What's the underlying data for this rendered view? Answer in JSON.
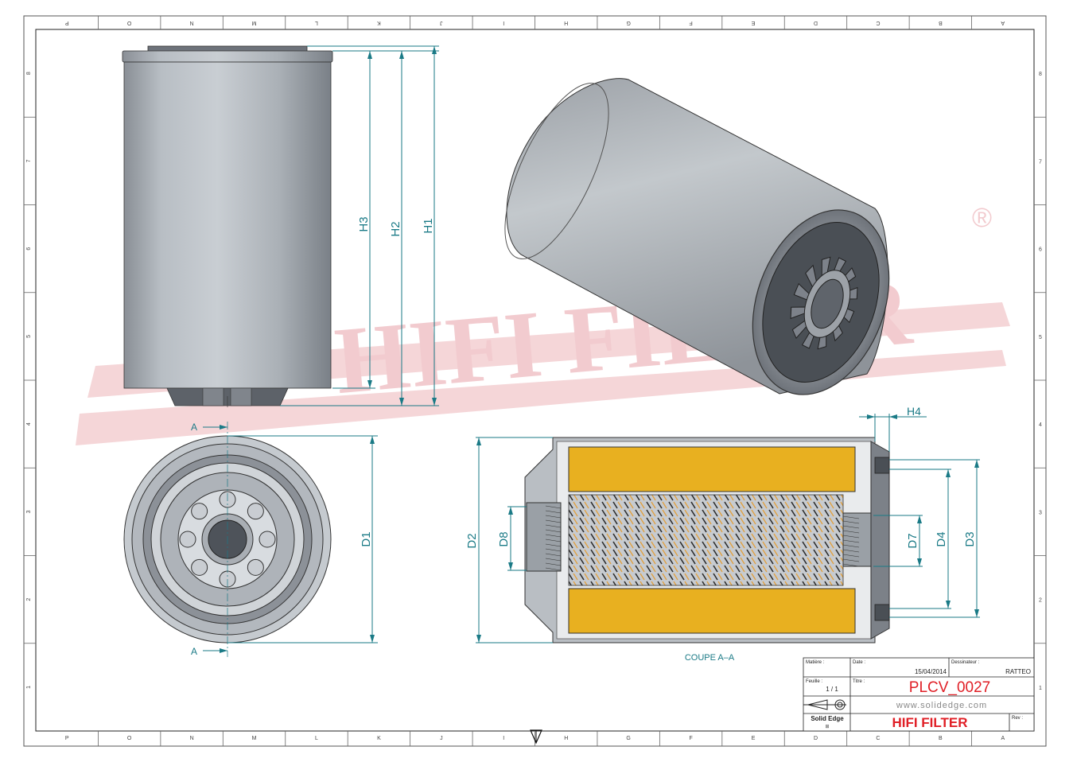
{
  "zones": {
    "top": [
      "P",
      "O",
      "N",
      "M",
      "L",
      "K",
      "J",
      "I",
      "H",
      "G",
      "F",
      "E",
      "D",
      "C",
      "B",
      "A"
    ],
    "bottom": [
      "P",
      "O",
      "N",
      "M",
      "L",
      "K",
      "J",
      "I",
      "H",
      "G",
      "F",
      "E",
      "D",
      "C",
      "B",
      "A"
    ],
    "left": [
      "8",
      "7",
      "6",
      "5",
      "4",
      "3",
      "2",
      "1"
    ],
    "right": [
      "8",
      "7",
      "6",
      "5",
      "4",
      "3",
      "2",
      "1"
    ]
  },
  "dimensions": {
    "h1": "H1",
    "h2": "H2",
    "h3": "H3",
    "h4": "H4",
    "d1": "D1",
    "d2": "D2",
    "d3": "D3",
    "d4": "D4",
    "d7": "D7",
    "d8": "D8"
  },
  "section_marks": {
    "top": "A",
    "bottom": "A"
  },
  "section_caption": "COUPE A–A",
  "watermark": {
    "text": "HIFI FILTER",
    "registered": "®",
    "color": "#e8a3a8"
  },
  "title_block": {
    "matiere_label": "Matière :",
    "date_label": "Date :",
    "date_value": "15/04/2014",
    "dessinateur_label": "Dessinateur :",
    "dessinateur_value": "RATTEO",
    "feuille_label": "Feuille :",
    "feuille_value": "1 / 1",
    "titre_label": "Titre :",
    "titre_value": "PLCV_0027",
    "website": "www.solidedge.com",
    "software": "Solid Edge",
    "company": "HIFI FILTER",
    "rev_label": "Rev :"
  },
  "colors": {
    "accent": "#e01f26",
    "dimension": "#1a7a86",
    "media": "#e8b020"
  }
}
